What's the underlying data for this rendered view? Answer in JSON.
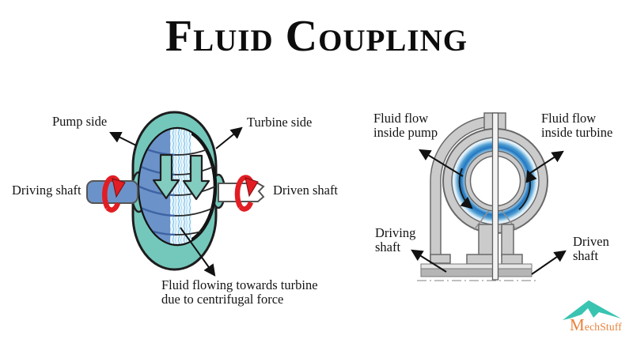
{
  "title": "Fluid Coupling",
  "left_diagram": {
    "labels": {
      "pump_side": "Pump side",
      "turbine_side": "Turbine side",
      "driving_shaft": "Driving shaft",
      "driven_shaft": "Driven shaft",
      "fluid_note": "Fluid flowing towards turbine\ndue to centrifugal force"
    }
  },
  "right_diagram": {
    "labels": {
      "fluid_flow_pump": "Fluid flow\ninside pump",
      "fluid_flow_turbine": "Fluid flow\ninside turbine",
      "driving_shaft": "Driving\nshaft",
      "driven_shaft": "Driven\nshaft"
    }
  },
  "logo": {
    "text": "MechStuff"
  },
  "colors": {
    "shell_teal": "#74c7bb",
    "pump_blue": "#6b93c9",
    "rotation_red": "#e21d23",
    "fluid_hatch_blue": "#79c2e8",
    "casing_gray": "#cbcbcb",
    "fluid_deep_blue": "#2277c0",
    "logo_teal": "#39c4b2",
    "logo_orange": "#e8823c"
  }
}
